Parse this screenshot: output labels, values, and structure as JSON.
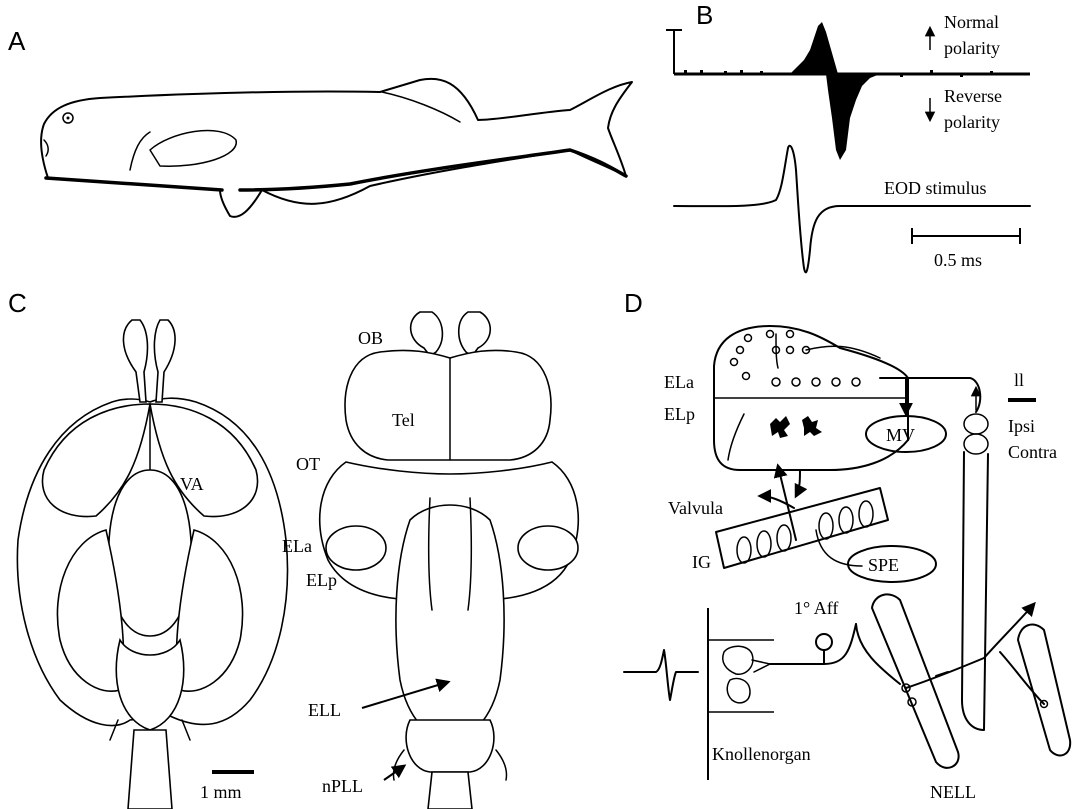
{
  "panels": {
    "a": "A",
    "b": "B",
    "c": "C",
    "d": "D"
  },
  "panel_b": {
    "normal_1": "Normal",
    "normal_2": "polarity",
    "reverse_1": "Reverse",
    "reverse_2": "polarity",
    "eod": "EOD stimulus",
    "scale": "0.5 ms"
  },
  "panel_c": {
    "ob": "OB",
    "tel": "Tel",
    "ot": "OT",
    "va": "VA",
    "ela": "ELa",
    "elp": "ELp",
    "ell": "ELL",
    "npll": "nPLL",
    "scale": "1 mm"
  },
  "panel_d": {
    "ela": "ELa",
    "elp": "ELp",
    "mv": "MV",
    "ll": "ll",
    "ipsi": "Ipsi",
    "contra": "Contra",
    "valvula": "Valvula",
    "ig": "IG",
    "spe": "SPE",
    "aff": "1° Aff",
    "knollenorgan": "Knollenorgan",
    "nell": "NELL"
  }
}
